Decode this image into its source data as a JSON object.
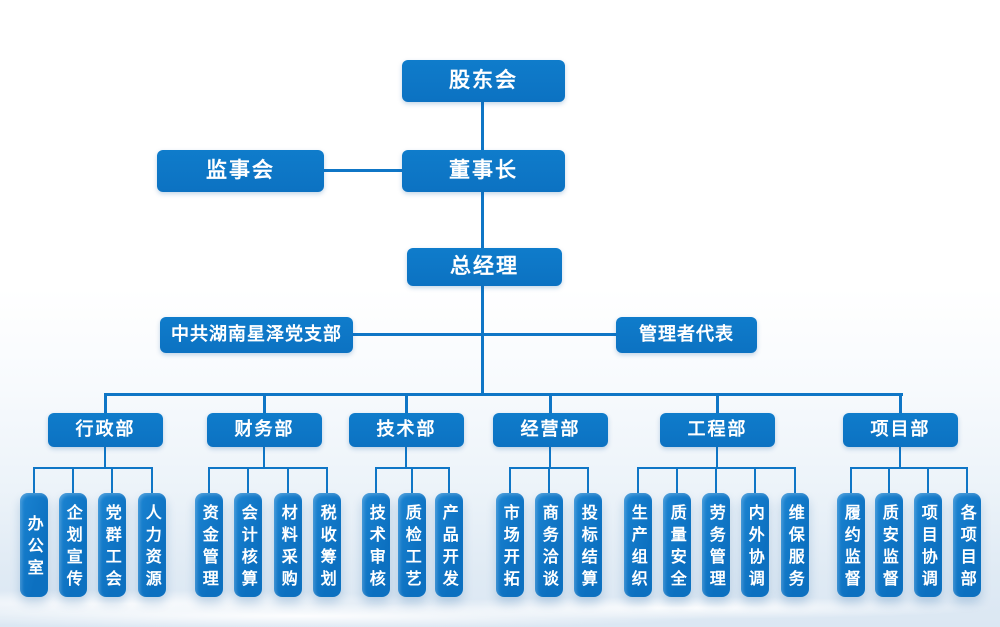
{
  "org": {
    "top": {
      "shareholders": "股东会",
      "supervisory_board": "监事会",
      "chairman": "董事长",
      "general_manager": "总经理",
      "party_branch": "中共湖南星泽党支部",
      "management_rep": "管理者代表"
    },
    "departments": [
      {
        "label": "行政部",
        "children": [
          "办公室",
          "企划宣传",
          "党群工会",
          "人力资源"
        ]
      },
      {
        "label": "财务部",
        "children": [
          "资金管理",
          "会计核算",
          "材料采购",
          "税收筹划"
        ]
      },
      {
        "label": "技术部",
        "children": [
          "技术审核",
          "质检工艺",
          "产品开发"
        ]
      },
      {
        "label": "经营部",
        "children": [
          "市场开拓",
          "商务洽谈",
          "投标结算"
        ]
      },
      {
        "label": "工程部",
        "children": [
          "生产组织",
          "质量安全",
          "劳务管理",
          "内外协调",
          "维保服务"
        ]
      },
      {
        "label": "项目部",
        "children": [
          "履约监督",
          "质安监督",
          "项目协调",
          "各项目部"
        ]
      }
    ],
    "palette": {
      "box_blue": "#0d76c6",
      "line_blue": "#0f76c6",
      "text": "#ffffff",
      "background_bottom": "#dbe7f3"
    }
  }
}
